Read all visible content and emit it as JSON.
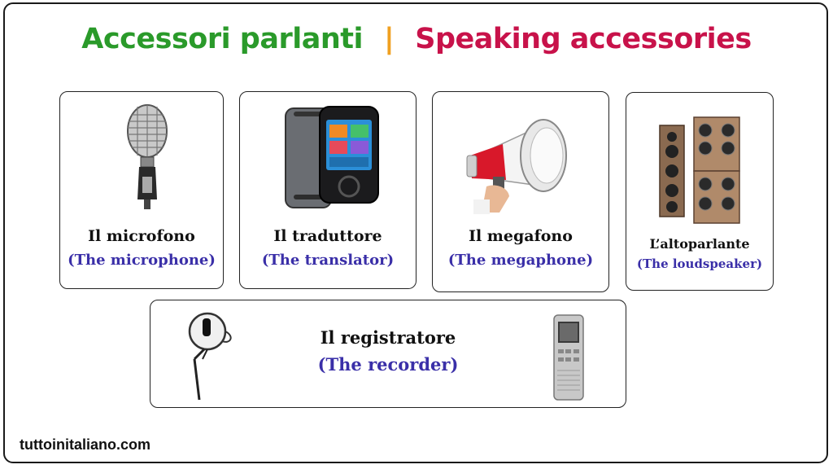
{
  "title": {
    "italian": "Accessori parlanti",
    "separator": "|",
    "english": "Speaking  accessories"
  },
  "colors": {
    "italian_title": "#2a9a2a",
    "separator": "#f0a020",
    "english_title": "#c8124a",
    "english_label": "#3a2fa8"
  },
  "cards": [
    {
      "italian": "Il microfono",
      "english": "(The microphone)",
      "image": "vintage-microphone-picture"
    },
    {
      "italian": "Il traduttore",
      "english": "(The translator)",
      "image": "translator-device-picture"
    },
    {
      "italian": "Il megafono",
      "english": "(The megaphone)",
      "image": "megaphone-picture"
    },
    {
      "italian": "L’altoparlante",
      "english": "(The loudspeaker)",
      "image": "loudspeaker-picture"
    },
    {
      "italian": "Il registratore",
      "english": "(The recorder)",
      "image": "recorder-picture"
    }
  ],
  "footer": "tuttoinitaliano.com"
}
